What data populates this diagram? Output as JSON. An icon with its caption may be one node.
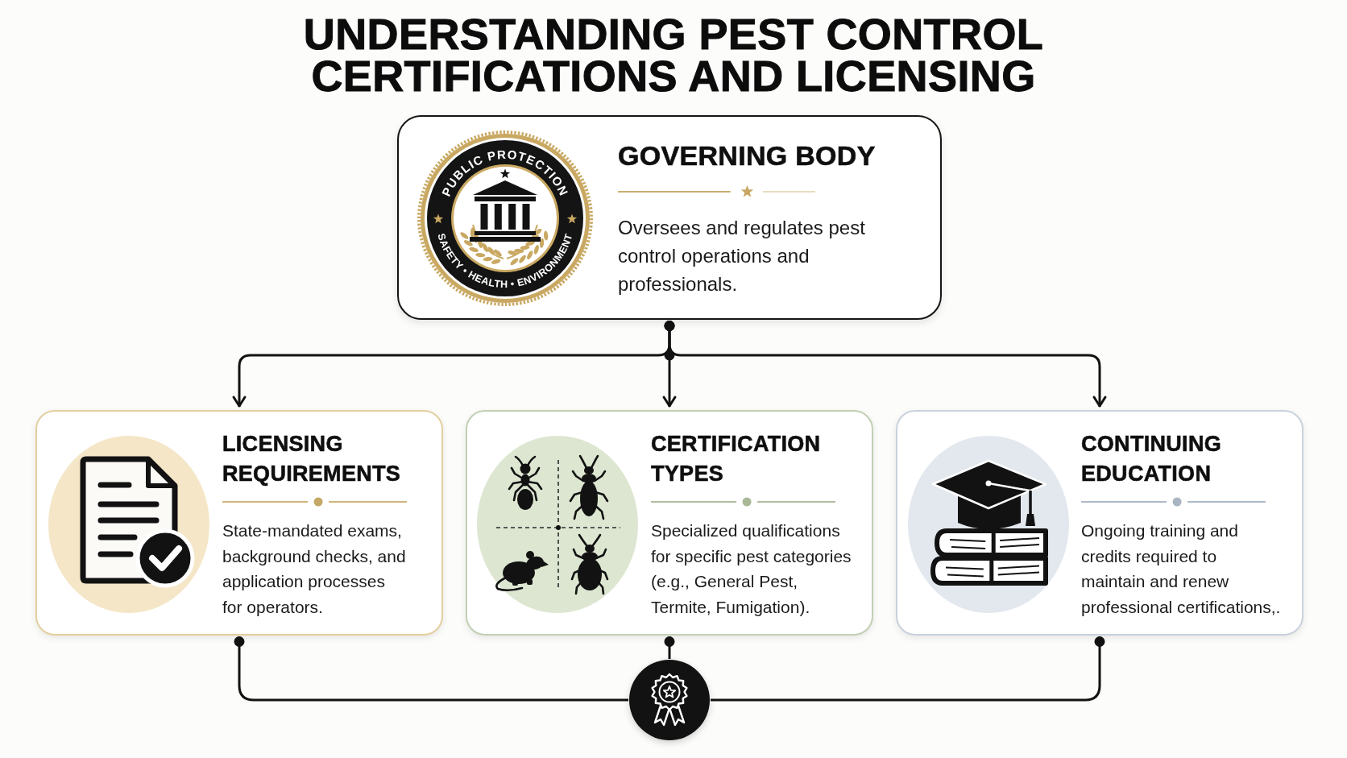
{
  "diagram": {
    "title": "UNDERSTANDING PEST CONTROL CERTIFICATIONS AND LICENSING",
    "nodes": [
      {
        "text": [
          "GOVERNING BODY",
          "Oversees and regulates pest control operations and professionals."
        ]
      },
      {
        "text": [
          "LICENSING REQUIREMENTS",
          "State-mandated exams, background checks, and application processes for operators."
        ]
      },
      {
        "text": [
          "CERTIFICATION TYPES",
          "Specialized qualifications for specific pest categories (e.g., General Pest, Termite, Fumigation)."
        ]
      },
      {
        "text": [
          "CONTINUING EDUCATION",
          "Ongoing training and credits required to maintain and renew professional certifications,."
        ]
      },
      {
        "text": [],
        "shape": "circle"
      }
    ],
    "edges": [
      {
        "from": 0,
        "to": 1,
        "arrow": "to"
      },
      {
        "from": 0,
        "to": 2,
        "arrow": "to"
      },
      {
        "from": 0,
        "to": 3,
        "arrow": "to"
      },
      {
        "from": 1,
        "to": 4,
        "arrow": "other"
      },
      {
        "from": 2,
        "to": 4,
        "arrow": "other"
      },
      {
        "from": 3,
        "to": 4,
        "arrow": "other"
      }
    ],
    "labels": [
      "PUBLIC PROTECTION",
      "SAFETY • HEALTH • ENVIRONMENT"
    ]
  }
}
